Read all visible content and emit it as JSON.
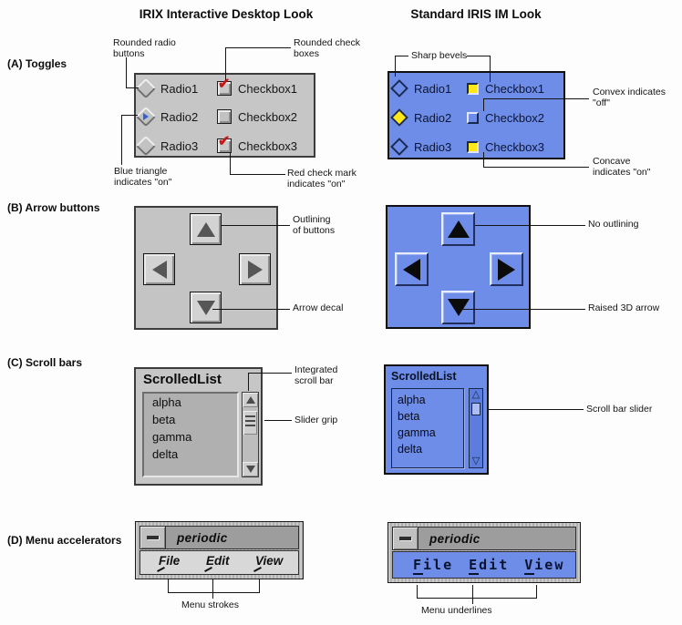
{
  "colors": {
    "iris_blue": "#6d8de9",
    "panel_gray": "#c6c6c6",
    "toggle_yellow": "#ffe81a",
    "check_red": "#c41a1a",
    "radio_mark_blue": "#2d62d8"
  },
  "headers": {
    "left": "IRIX Interactive Desktop Look",
    "right": "Standard IRIS IM Look"
  },
  "section_labels": {
    "a": "(A) Toggles",
    "b": "(B) Arrow buttons",
    "c": "(C) Scroll bars",
    "d": "(D) Menu accelerators"
  },
  "toggles": {
    "radios": [
      "Radio1",
      "Radio2",
      "Radio3"
    ],
    "checkboxes": [
      "Checkbox1",
      "Checkbox2",
      "Checkbox3"
    ]
  },
  "scrolled_list": {
    "title": "ScrolledList",
    "items": [
      "alpha",
      "beta",
      "gamma",
      "delta"
    ]
  },
  "menu_window": {
    "title": "periodic",
    "items": [
      "File",
      "Edit",
      "View"
    ],
    "accel": [
      {
        "first": "F",
        "rest": "ile"
      },
      {
        "first": "E",
        "rest": "dit"
      },
      {
        "first": "V",
        "rest": "iew"
      }
    ]
  },
  "icons": {
    "check": "✔",
    "tri_up_outline": "△",
    "tri_down_outline": "▽"
  },
  "annotations": {
    "rounded_radio_l1": "Rounded radio",
    "rounded_radio_l2": "buttons",
    "rounded_check_l1": "Rounded check",
    "rounded_check_l2": "boxes",
    "blue_triangle_l1": "Blue triangle",
    "blue_triangle_l2": "indicates \"on\"",
    "red_check_l1": "Red check mark",
    "red_check_l2": "indicates \"on\"",
    "sharp_bevels": "Sharp bevels",
    "convex_l1": "Convex indicates",
    "convex_l2": "\"off\"",
    "concave_l1": "Concave",
    "concave_l2": "indicates \"on\"",
    "outlining_l1": "Outlining",
    "outlining_l2": "of buttons",
    "arrow_decal": "Arrow decal",
    "no_outlining": "No outlining",
    "raised_3d": "Raised 3D arrow",
    "integrated_l1": "Integrated",
    "integrated_l2": "scroll bar",
    "slider_grip": "Slider grip",
    "scrollbar_slider": "Scroll bar slider",
    "menu_strokes": "Menu strokes",
    "menu_underlines": "Menu underlines"
  }
}
